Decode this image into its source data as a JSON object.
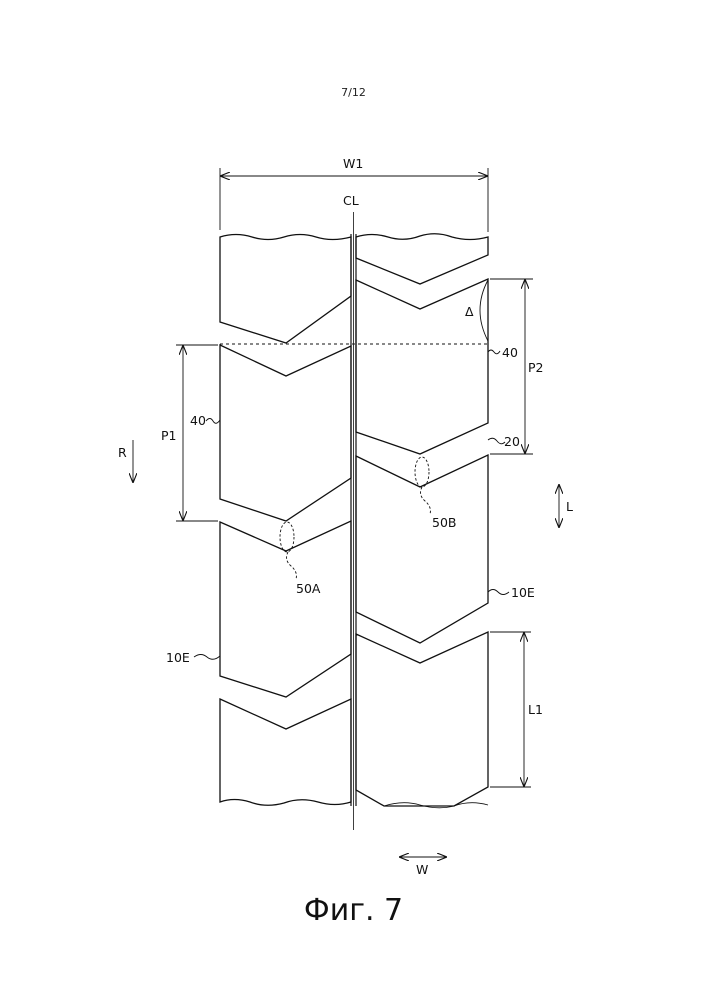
{
  "page_number": "7/12",
  "caption": "Фиг. 7",
  "labels": {
    "width_total": "W1",
    "center_line": "CL",
    "pitch_left": "P1",
    "pitch_right": "P2",
    "rotation": "R",
    "longitudinal": "L",
    "block_length": "L1",
    "groove_left": "40",
    "groove_right": "40",
    "sipe": "20",
    "angle": "Δ",
    "edge_left": "10E",
    "edge_right": "10E",
    "joint_a": "50A",
    "joint_b": "50B",
    "width_dir": "W"
  }
}
